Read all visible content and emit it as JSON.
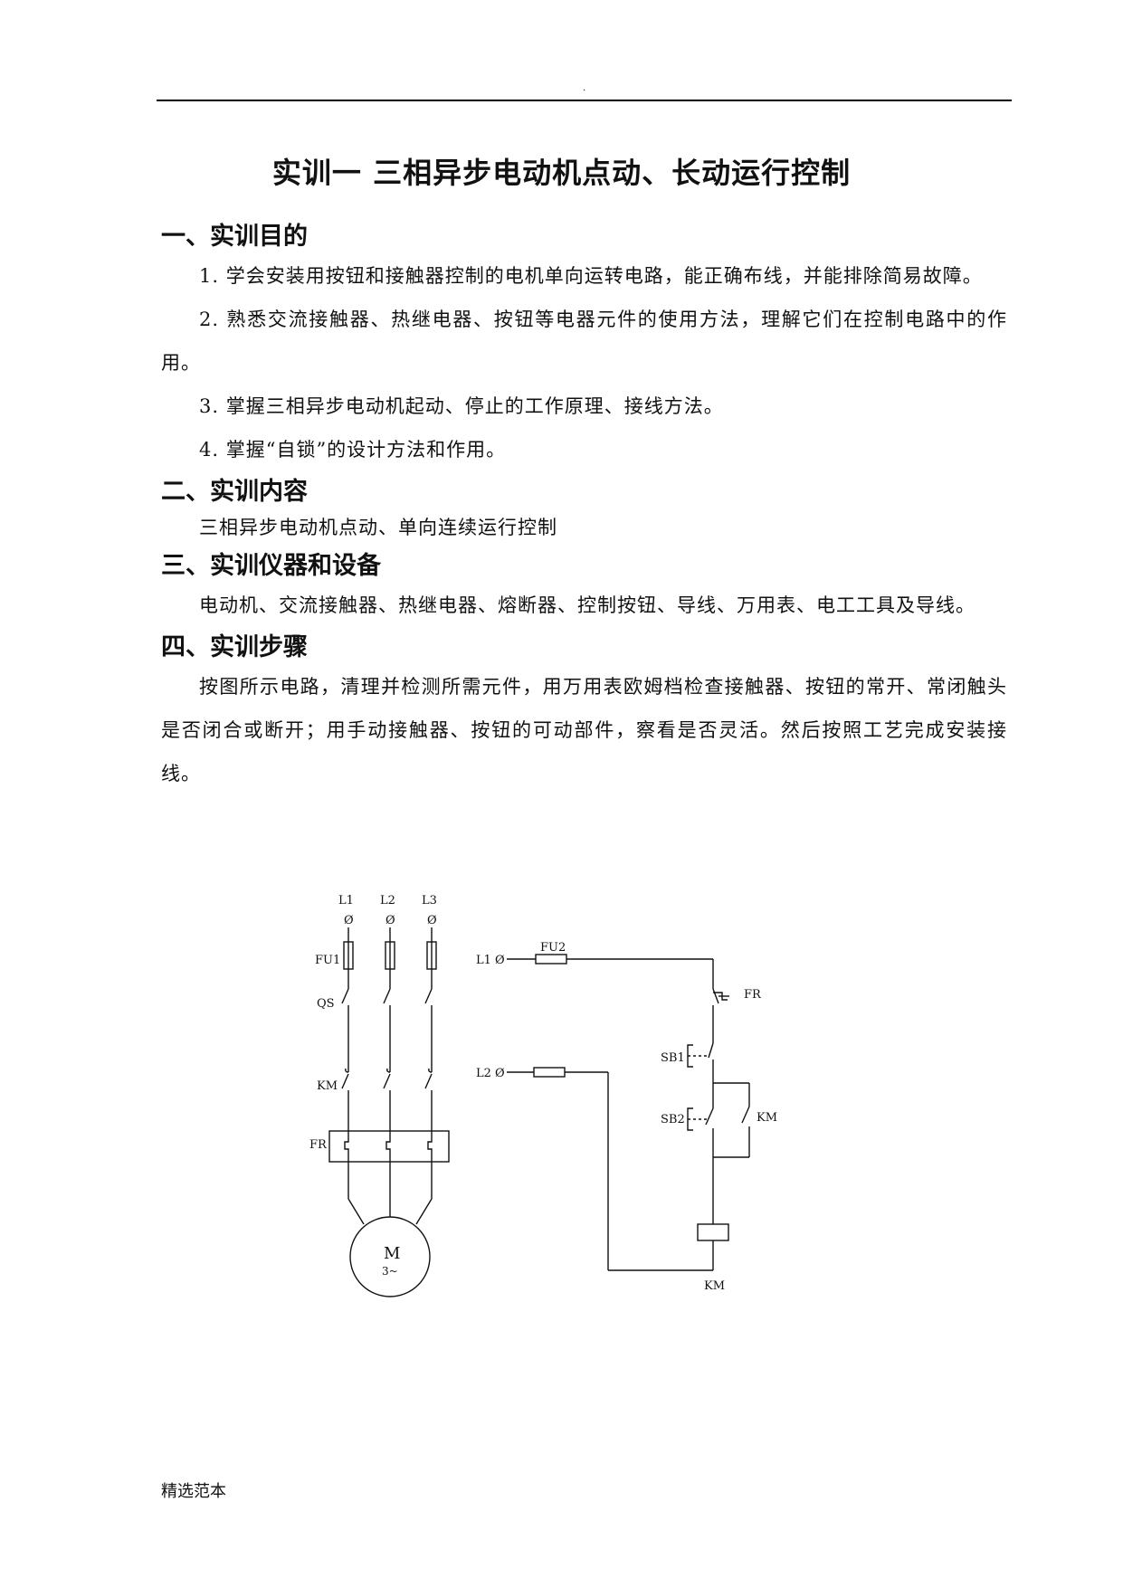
{
  "header": {
    "dot": "."
  },
  "title": "实训一  三相异步电动机点动、长动运行控制",
  "sections": [
    {
      "heading": "一、实训目的",
      "paragraphs": [
        "1. 学会安装用按钮和接触器控制的电机单向运转电路，能正确布线，并能排除简易故障。",
        "2. 熟悉交流接触器、热继电器、按钮等电器元件的使用方法，理解它们在控制电路中的作用。",
        "3. 掌握三相异步电动机起动、停止的工作原理、接线方法。",
        "4. 掌握“自锁”的设计方法和作用。"
      ]
    },
    {
      "heading": "二、实训内容",
      "paragraphs": [
        "三相异步电动机点动、单向连续运行控制"
      ]
    },
    {
      "heading": "三、实训仪器和设备",
      "paragraphs": [
        "电动机、交流接触器、热继电器、熔断器、控制按钮、导线、万用表、电工工具及导线。"
      ]
    },
    {
      "heading": "四、实训步骤",
      "paragraphs": [
        "按图所示电路，清理并检测所需元件，用万用表欧姆档检查接触器、按钮的常开、常闭触头是否闭合或断开；用手动接触器、按钮的可动部件，察看是否灵活。然后按照工艺完成安装接线。"
      ]
    }
  ],
  "diagram": {
    "main_circuit": {
      "phases": [
        "L1",
        "L2",
        "L3"
      ],
      "terminal_symbol": "Ø",
      "fuse_label": "FU1",
      "switch_label": "QS",
      "contactor_label": "KM",
      "relay_label": "FR",
      "motor_label": "M",
      "motor_sub": "3~"
    },
    "control_circuit": {
      "line1": "L1 Ø",
      "line2": "L2 Ø",
      "fuse_label": "FU2",
      "relay_contact": "FR",
      "stop_button": "SB1",
      "start_button": "SB2",
      "hold_contact": "KM",
      "coil_label": "KM"
    }
  },
  "footer": "精选范本"
}
